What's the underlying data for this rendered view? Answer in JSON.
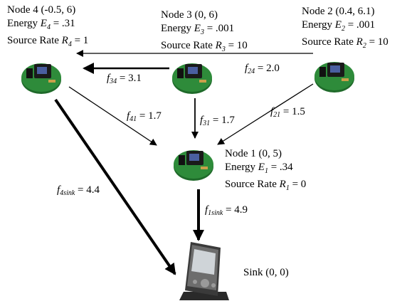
{
  "nodes": {
    "node4": {
      "name": "Node 4 (-0.5, 6)",
      "energy_prefix": "Energy ",
      "energy_sym": "E",
      "energy_sub": "4",
      "energy_val": " = .31",
      "rate_prefix": "Source Rate ",
      "rate_sym": "R",
      "rate_sub": "4",
      "rate_val": " = 1"
    },
    "node3": {
      "name": "Node 3 (0, 6)",
      "energy_prefix": "Energy ",
      "energy_sym": "E",
      "energy_sub": "3",
      "energy_val": " = .001",
      "rate_prefix": "Source Rate ",
      "rate_sym": "R",
      "rate_sub": "3",
      "rate_val": " = 10"
    },
    "node2": {
      "name": "Node 2 (0.4, 6.1)",
      "energy_prefix": "Energy ",
      "energy_sym": "E",
      "energy_sub": "2",
      "energy_val": " = .001",
      "rate_prefix": "Source Rate ",
      "rate_sym": "R",
      "rate_sub": "2",
      "rate_val": " = 10"
    },
    "node1": {
      "name": "Node 1 (0, 5)",
      "energy_prefix": "Energy ",
      "energy_sym": "E",
      "energy_sub": "1",
      "energy_val": " = .34",
      "rate_prefix": "Source Rate ",
      "rate_sym": "R",
      "rate_sub": "1",
      "rate_val": " = 0"
    },
    "sink": {
      "name": "Sink (0, 0)"
    }
  },
  "flows": {
    "f34": {
      "sym": "f",
      "sub": "34",
      "val": " = 3.1"
    },
    "f24": {
      "sym": "f",
      "sub": "24",
      "val": " = 2.0"
    },
    "f41": {
      "sym": "f",
      "sub": "41",
      "val": " = 1.7"
    },
    "f31": {
      "sym": "f",
      "sub": "31",
      "val": " = 1.7"
    },
    "f21": {
      "sym": "f",
      "sub": "21",
      "val": " = 1.5"
    },
    "f4sink": {
      "sym": "f",
      "sub": "4sink",
      "val": " = 4.4"
    },
    "f1sink": {
      "sym": "f",
      "sub": "1sink",
      "val": " = 4.9"
    }
  },
  "colors": {
    "board": "#2e8b3a",
    "board_dark": "#1f6a2a",
    "chip": "#1a1a1a",
    "arrow": "#000000"
  }
}
